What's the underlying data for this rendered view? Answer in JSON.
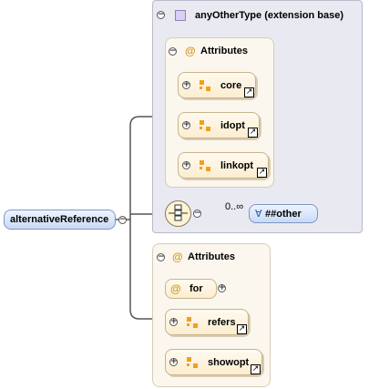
{
  "root": {
    "label": "alternativeReference"
  },
  "extension": {
    "label": "anyOtherType (extension base)"
  },
  "attr_group_1": {
    "title": "Attributes",
    "refs": [
      "core",
      "idopt",
      "linkopt"
    ]
  },
  "sequence": {
    "occurs": "0..∞"
  },
  "wildcard": {
    "label": "##other",
    "prefix": "∀"
  },
  "attr_group_2": {
    "title": "Attributes",
    "attribute": "for",
    "refs": [
      "refers",
      "showopt"
    ]
  },
  "symbols": {
    "at": "@",
    "collapse": "−",
    "expand": "+",
    "link": "↗"
  },
  "colors": {
    "attr_square": "#f0a020",
    "element_fill": "#c9daf5",
    "extension_bg": "#e9e9f1"
  }
}
